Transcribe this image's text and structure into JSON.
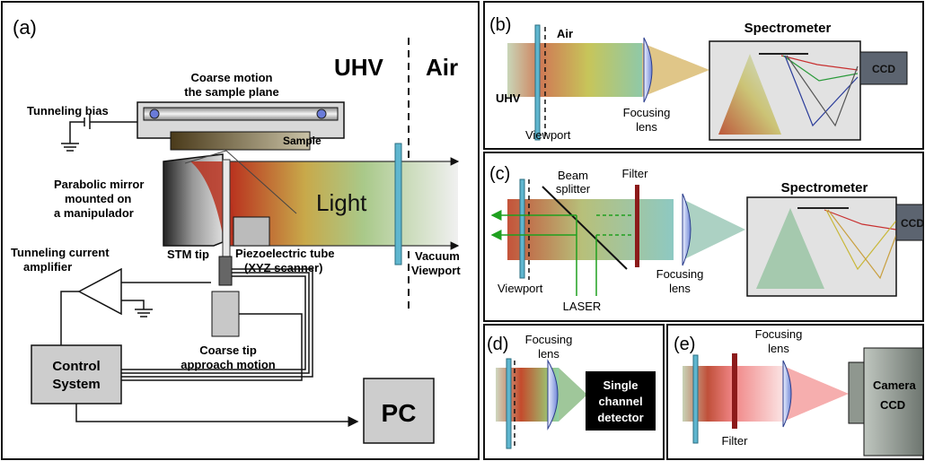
{
  "panel_a": {
    "letter": "(a)",
    "uhv": "UHV",
    "air": "Air",
    "coarse_motion_line1": "Coarse motion",
    "coarse_motion_line2": "the sample plane",
    "tunneling_bias": "Tunneling bias",
    "sample": "Sample",
    "parabolic_line1": "Parabolic mirror",
    "parabolic_line2": "mounted on",
    "parabolic_line3": "a manipulador",
    "light": "Light",
    "stm_tip": "STM tip",
    "piezo_line1": "Piezoelectric tube",
    "piezo_line2": "(XYZ scanner)",
    "tunneling_current_line1": "Tunneling current",
    "tunneling_current_line2": "amplifier",
    "vacuum_line1": "Vacuum",
    "vacuum_line2": "Viewport",
    "coarse_tip_line1": "Coarse tip",
    "coarse_tip_line2": "approach motion",
    "control_line1": "Control",
    "control_line2": "System",
    "pc": "PC"
  },
  "panel_b": {
    "letter": "(b)",
    "air": "Air",
    "uhv": "UHV",
    "viewport": "Viewport",
    "focusing_line1": "Focusing",
    "focusing_line2": "lens",
    "spectrometer": "Spectrometer",
    "ccd": "CCD"
  },
  "panel_c": {
    "letter": "(c)",
    "beam_line1": "Beam",
    "beam_line2": "splitter",
    "filter": "Filter",
    "spectrometer": "Spectrometer",
    "ccd": "CCD",
    "viewport": "Viewport",
    "laser": "LASER",
    "focusing_line1": "Focusing",
    "focusing_line2": "lens"
  },
  "panel_d": {
    "letter": "(d)",
    "focusing_line1": "Focusing",
    "focusing_line2": "lens",
    "detector_line1": "Single",
    "detector_line2": "channel",
    "detector_line3": "detector"
  },
  "panel_e": {
    "letter": "(e)",
    "focusing_line1": "Focusing",
    "focusing_line2": "lens",
    "filter": "Filter",
    "camera_line1": "Camera",
    "camera_line2": "CCD"
  },
  "colors": {
    "viewport": "#5fb6cf",
    "filter": "#8c1a1a",
    "laser": "#1fa01f",
    "lens": "#7f93d8",
    "box_fill": "#d0d0d0",
    "dark_box": "#5c6470"
  }
}
